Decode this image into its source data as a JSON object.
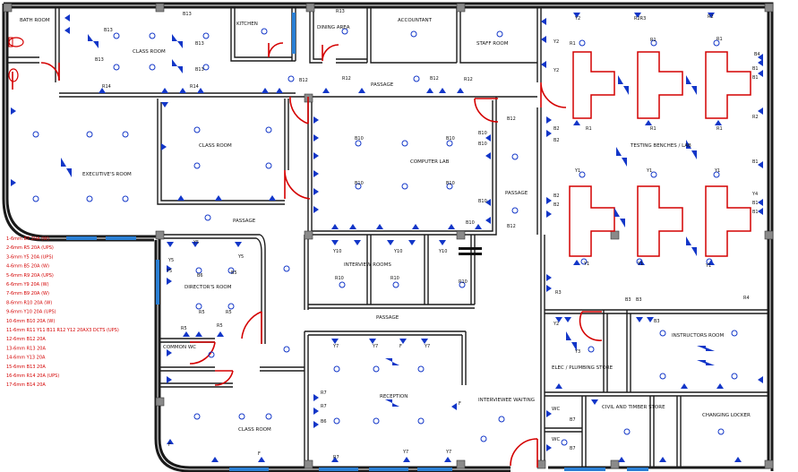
{
  "rooms": {
    "bathroom": "BATH ROOM",
    "classroom_1": "CLASS ROOM",
    "kitchen": "KITCHEN",
    "dining": "DINING AREA",
    "accountant": "ACCOUNTANT",
    "staff": "STAFF ROOM",
    "passage_top": "PASSAGE",
    "executive": "EXECUTIVE'S ROOM",
    "classroom_2": "CLASS ROOM",
    "computer_lab": "COMPUTER LAB",
    "passage_right": "PASSAGE",
    "testing": "TESTING BENCHES / LAB",
    "passage_mid": "PASSAGE",
    "directors": "DIRECTOR'S ROOM",
    "interview": "INTERVIEW ROOMS",
    "passage_lower": "PASSAGE",
    "instructors": "INSTRUCTORS ROOM",
    "elec_store": "ELEC / PLUMBING STORE",
    "common_wc": "COMMON WC",
    "reception": "RECEPTION",
    "interviewee": "INTERVIEWEE WAITING",
    "classroom_3": "CLASS ROOM",
    "civil_store": "CIVIL AND TIMBER STORE",
    "changing": "CHANGING LOCKER",
    "wc_1": "WC",
    "wc_2": "WC"
  },
  "circuit_tags": {
    "b13": "B13",
    "r13": "R13",
    "r14": "R14",
    "b12": "B12",
    "r12": "R12",
    "b10": "B10",
    "y2": "Y2",
    "r2": "R2",
    "r1": "R1",
    "b1": "B1",
    "y1": "Y1",
    "b2": "B2",
    "r10": "R10",
    "y10": "Y10",
    "y5": "Y5",
    "b5": "B5",
    "b6": "B6",
    "r5": "R5",
    "r3": "R3",
    "y3": "Y3",
    "b3": "B3",
    "r4": "R4",
    "y4": "Y4",
    "y7": "Y7",
    "r7": "R7",
    "b7": "B7",
    "f": "F",
    "r2r3": "R2R3",
    "b4": "B4",
    "y1b": "Y1",
    "r1b": "R1"
  },
  "legend": [
    "1-6mm B7 20A (W)",
    "2-6mm R5 20A (UPS)",
    "3-6mm Y5 20A (UPS)",
    "4-6mm B5 20A (W)",
    "5-6mm R9 20A (UPS)",
    "6-6mm Y9 20A (W)",
    "7-6mm B9 20A (W)",
    "8-6mm R10 20A (W)",
    "9-6mm Y10 20A (UPS)",
    "10-6mm B10 20A (W)",
    "11-6mm R11 Y11 B11 R12 Y12 20AX3 DCTS (UPS)",
    "12-6mm B12 20A",
    "13-6mm R13 20A",
    "14-6mm Y13 20A",
    "15-6mm B13 20A",
    "16-6mm R14 20A (UPS)",
    "17-6mm B14 20A"
  ]
}
